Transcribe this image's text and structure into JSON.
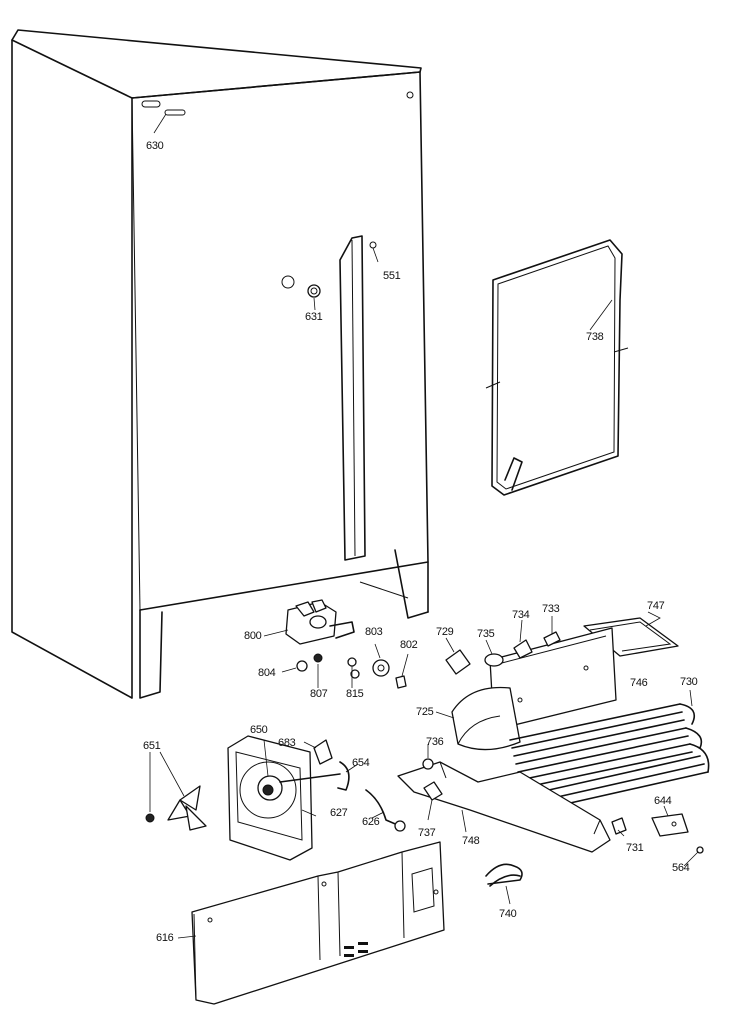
{
  "diagram": {
    "parts": [
      {
        "id": "630",
        "name": "cabinet-badge-slots"
      },
      {
        "id": "551",
        "name": "screw"
      },
      {
        "id": "631",
        "name": "grommet"
      },
      {
        "id": "738",
        "name": "drain-heater-loop"
      },
      {
        "id": "800",
        "name": "water-valve"
      },
      {
        "id": "803",
        "name": "washer"
      },
      {
        "id": "802",
        "name": "fitting"
      },
      {
        "id": "804",
        "name": "nut"
      },
      {
        "id": "807",
        "name": "fitting"
      },
      {
        "id": "815",
        "name": "washers"
      },
      {
        "id": "729",
        "name": "overload-cover"
      },
      {
        "id": "735",
        "name": "relay"
      },
      {
        "id": "734",
        "name": "overload"
      },
      {
        "id": "733",
        "name": "clip"
      },
      {
        "id": "747",
        "name": "drain-pan"
      },
      {
        "id": "746",
        "name": "mounting-bracket"
      },
      {
        "id": "730",
        "name": "condenser-coil"
      },
      {
        "id": "725",
        "name": "compressor"
      },
      {
        "id": "683",
        "name": "clip"
      },
      {
        "id": "650",
        "name": "fan-motor"
      },
      {
        "id": "654",
        "name": "bracket"
      },
      {
        "id": "651",
        "name": "fan-blade-and-nut"
      },
      {
        "id": "627",
        "name": "fan-shroud"
      },
      {
        "id": "626",
        "name": "wire-harness"
      },
      {
        "id": "736",
        "name": "grommet"
      },
      {
        "id": "737",
        "name": "mount"
      },
      {
        "id": "748",
        "name": "base-plate"
      },
      {
        "id": "644",
        "name": "bracket"
      },
      {
        "id": "731",
        "name": "clip"
      },
      {
        "id": "564",
        "name": "screw"
      },
      {
        "id": "740",
        "name": "spring-clips"
      },
      {
        "id": "616",
        "name": "toe-grille-panel"
      }
    ]
  }
}
